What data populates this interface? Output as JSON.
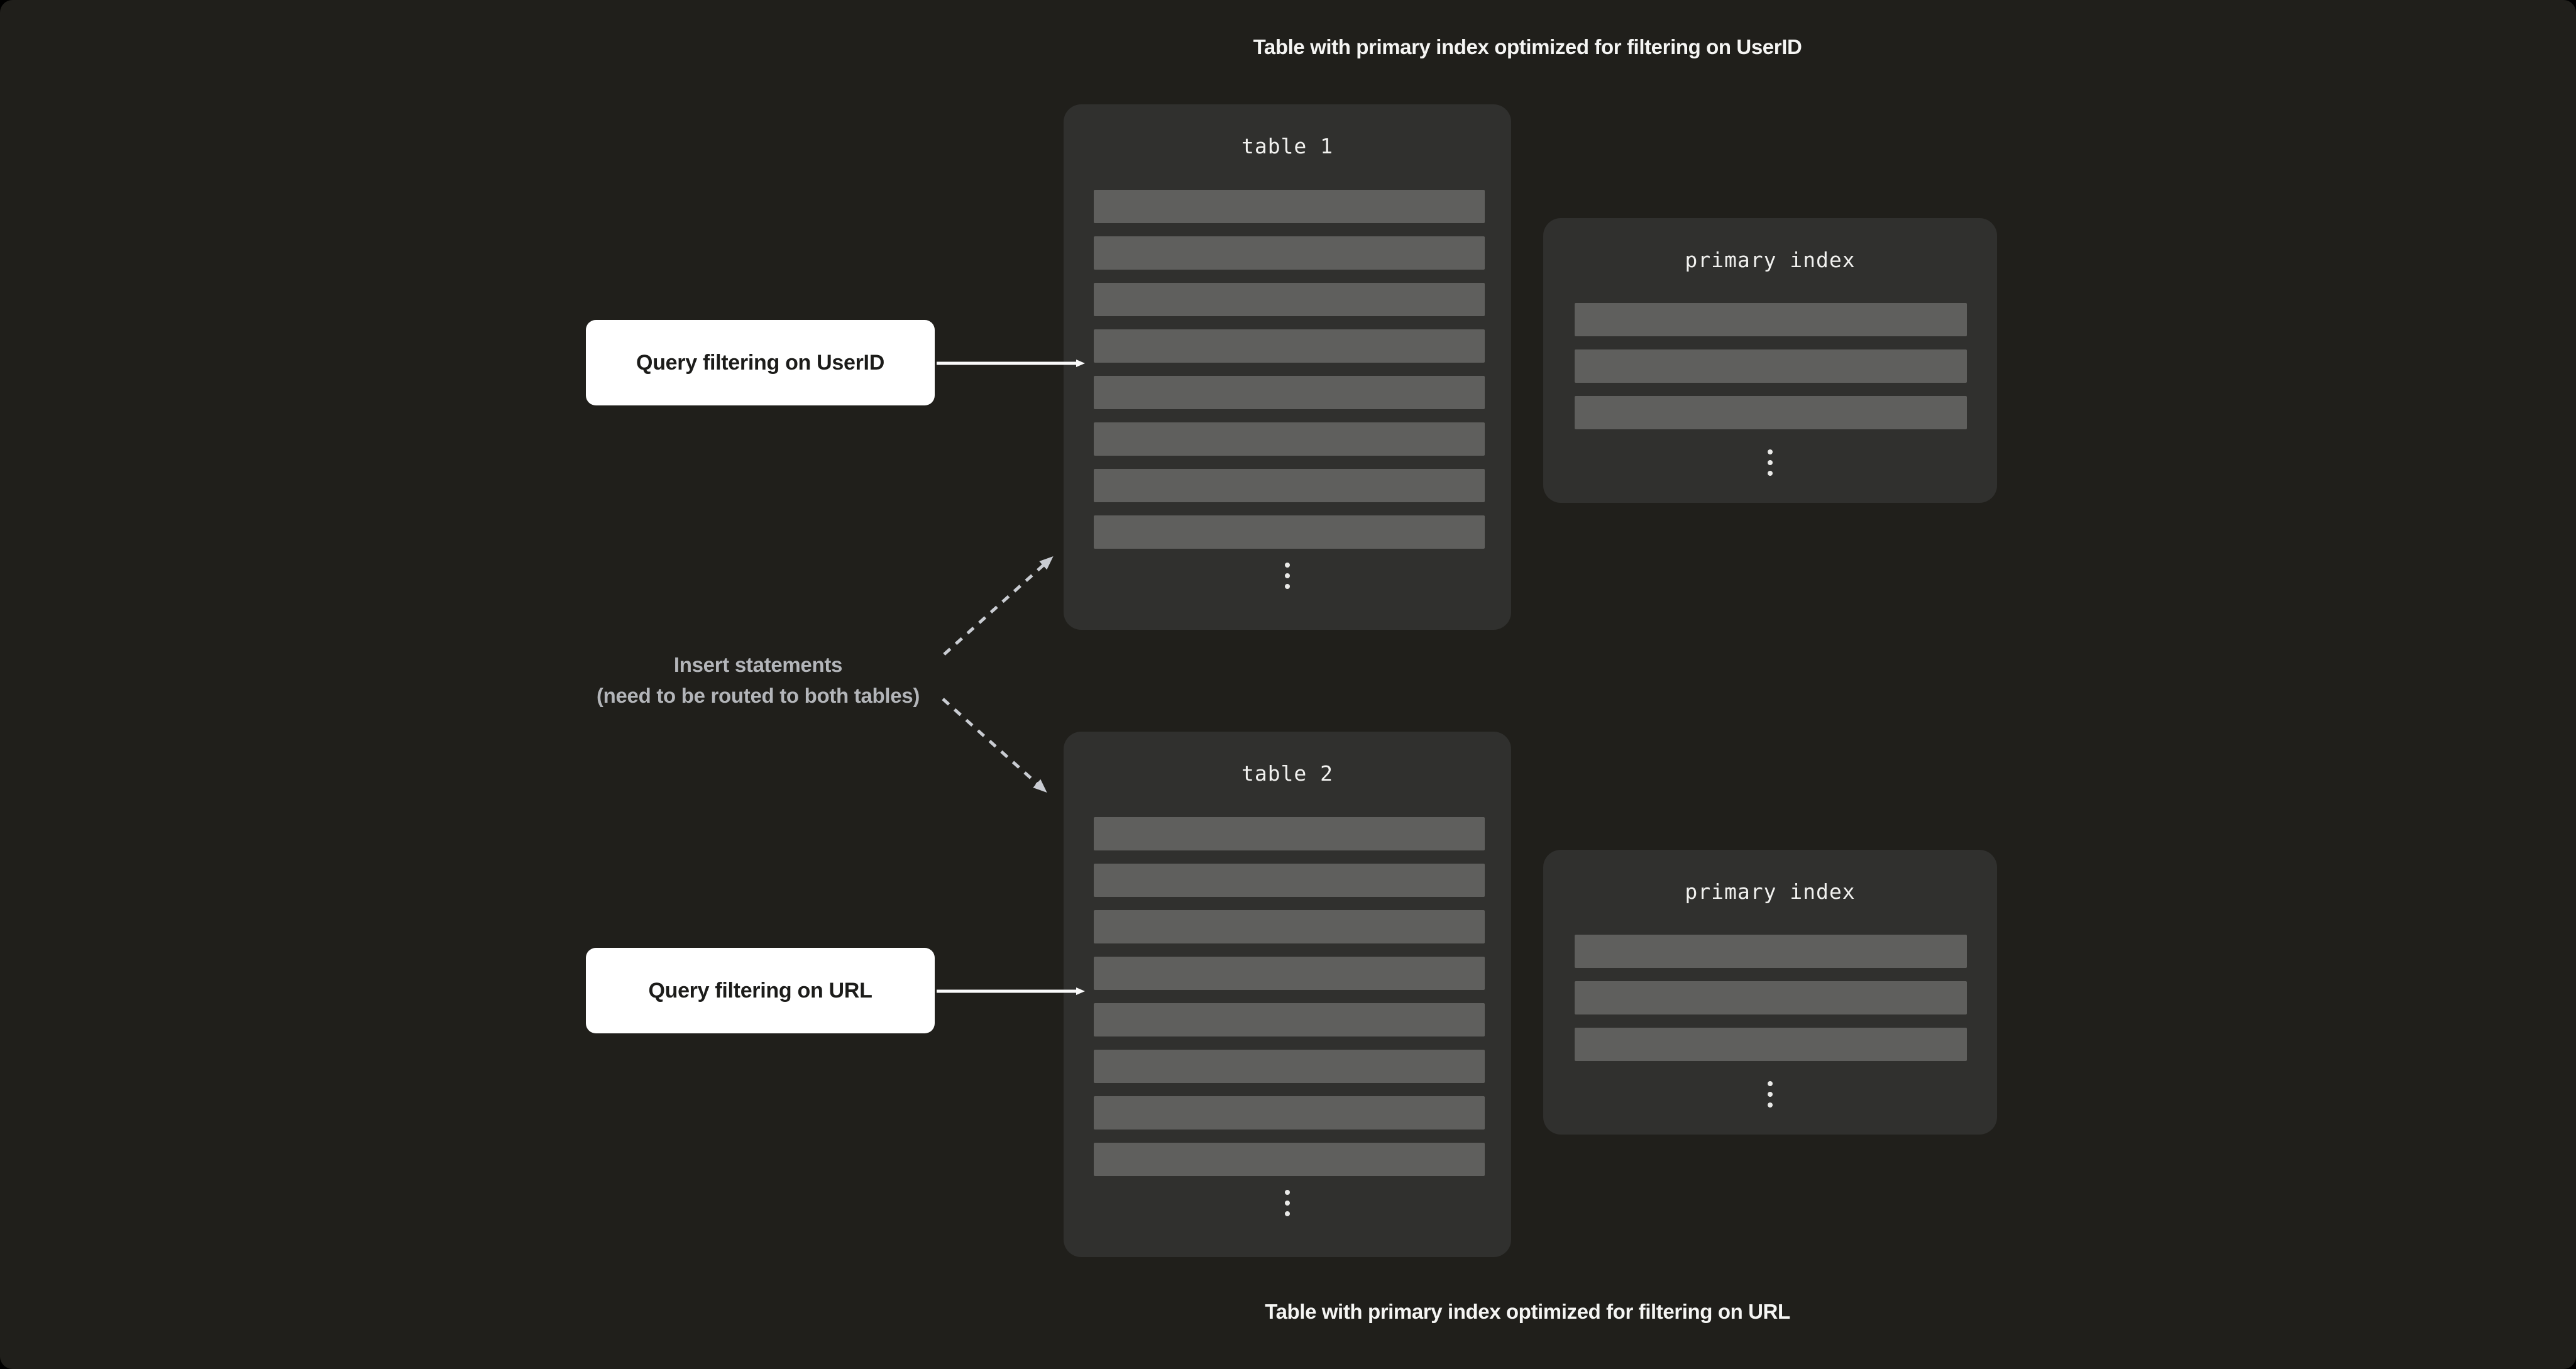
{
  "colors": {
    "background": "#000000",
    "panel": "#201f1b",
    "box": "#30302e",
    "row": "#5f5f5d",
    "caption_text": "#f5f5f3",
    "mono_title_text": "#f1f1ef",
    "label_bg": "#ffffff",
    "label_text": "#1c1c1a",
    "insert_text": "#b3b5b9",
    "solid_arrow": "#fafafa",
    "dashed_arrow": "#c9ccd2",
    "dot": "#e9e9e7"
  },
  "captions": {
    "top": "Table with primary index optimized for filtering on UserID",
    "bottom": "Table with primary index optimized for filtering on URL"
  },
  "query_labels": {
    "userid": "Query filtering on UserID",
    "url": "Query filtering on URL"
  },
  "insert_note": {
    "line1": "Insert statements",
    "line2": "(need to be routed to both tables)"
  },
  "boxes": {
    "table1": {
      "title": "table 1",
      "row_count": 8
    },
    "table2": {
      "title": "table 2",
      "row_count": 8
    },
    "index1": {
      "title": "primary index",
      "row_count": 3
    },
    "index2": {
      "title": "primary index",
      "row_count": 3
    }
  }
}
